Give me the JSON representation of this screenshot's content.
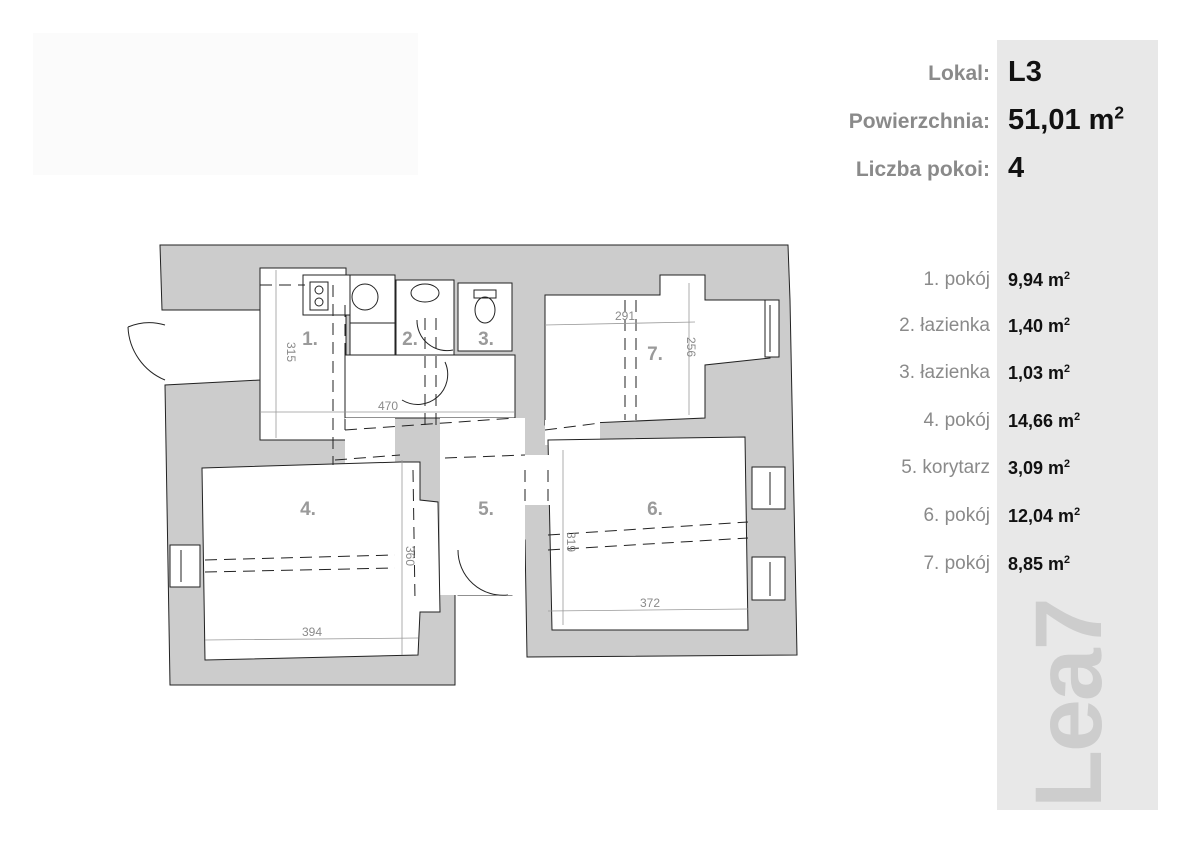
{
  "header": {
    "unit_label": "Lokal:",
    "unit_value": "L3",
    "area_label": "Powierzchnia:",
    "area_value": "51,01 m",
    "area_sup": "2",
    "rooms_label": "Liczba pokoi:",
    "rooms_value": "4"
  },
  "rooms": [
    {
      "label": "1. pokój",
      "area": "9,94 m",
      "sup": "2"
    },
    {
      "label": "2. łazienka",
      "area": "1,40 m",
      "sup": "2"
    },
    {
      "label": "3. łazienka",
      "area": "1,03 m",
      "sup": "2"
    },
    {
      "label": "4. pokój",
      "area": "14,66 m",
      "sup": "2"
    },
    {
      "label": "5. korytarz",
      "area": "3,09 m",
      "sup": "2"
    },
    {
      "label": "6. pokój",
      "area": "12,04 m",
      "sup": "2"
    },
    {
      "label": "7. pokój",
      "area": "8,85 m",
      "sup": "2"
    }
  ],
  "plan": {
    "room_numbers": [
      "1.",
      "2.",
      "3.",
      "4.",
      "5.",
      "6.",
      "7."
    ],
    "dimensions": {
      "d315": "315",
      "d470": "470",
      "d291": "291",
      "d256": "256",
      "d360": "360",
      "d394": "394",
      "d319": "319",
      "d372": "372"
    }
  },
  "watermark": "Lea7",
  "colors": {
    "wall": "#cccccc",
    "panel": "#e8e8e8",
    "label": "#8a8a8a",
    "value": "#111111"
  }
}
